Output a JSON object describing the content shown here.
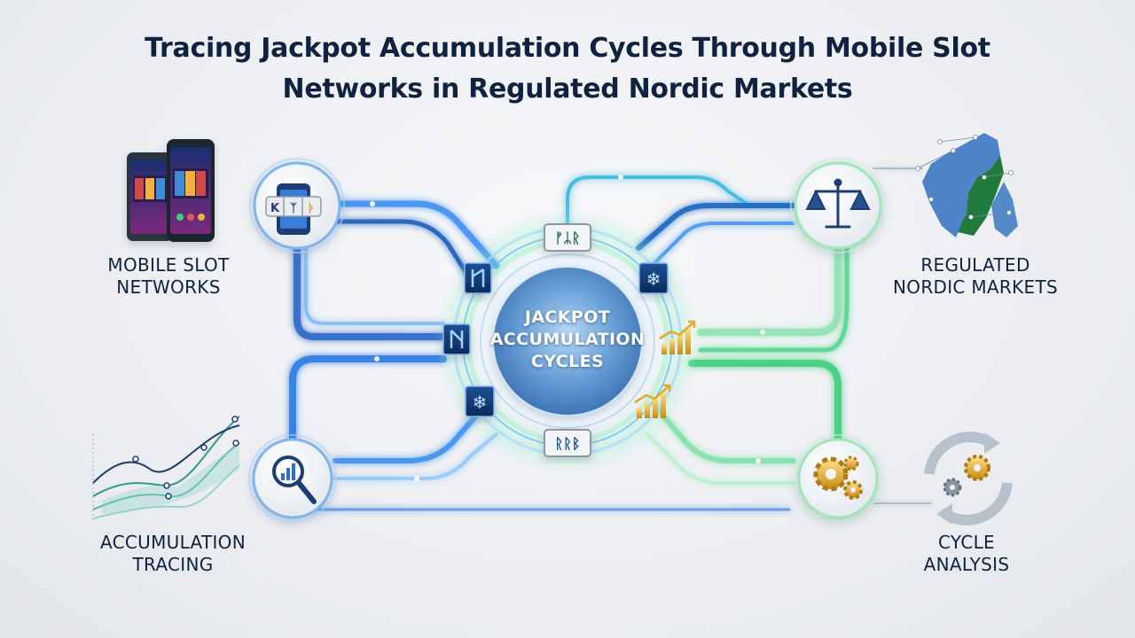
{
  "title": "Tracing Jackpot Accumulation Cycles Through Mobile Slot Networks in Regulated Nordic Markets",
  "center": {
    "line1": "JACKPOT",
    "line2": "ACCUMULATION",
    "line3": "CYCLES"
  },
  "nodes": {
    "mobile": {
      "line1": "MOBILE SLOT",
      "line2": "NETWORKS",
      "icon": "slot-reels-phone-icon"
    },
    "nordic": {
      "line1": "REGULATED",
      "line2": "NORDIC MARKETS",
      "icon": "balance-scale-icon"
    },
    "tracing": {
      "line1": "ACCUMULATION",
      "line2": "TRACING",
      "icon": "magnifier-chart-icon"
    },
    "cycle": {
      "line1": "CYCLE",
      "line2": "ANALYSIS",
      "icon": "gears-icon"
    }
  },
  "ring_badges": {
    "top": "ᚠᛦᚱ",
    "bottom": "ᚱᚱᛒ"
  },
  "colors": {
    "title": "#0f2240",
    "blue_flow": "#1f6fd6",
    "green_flow": "#3ecf7a",
    "gold": "#e2a92b",
    "hub": "#4b8fd6"
  }
}
